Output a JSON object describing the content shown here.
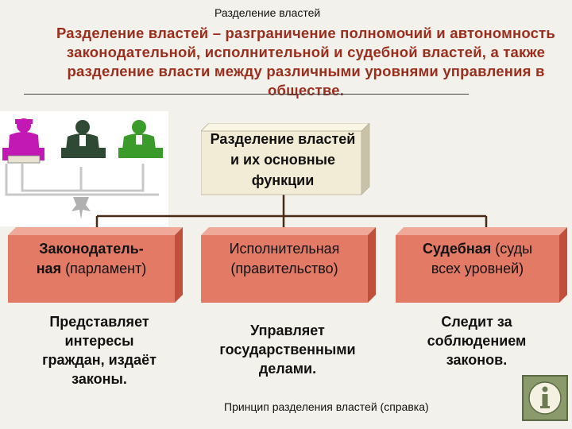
{
  "slide": {
    "title": "Разделение властей",
    "definition": "Разделение властей – разграничение полномочий и автономность законодательной, исполнительной и судебной властей, а также разделение власти между различными уровнями управления в обществе."
  },
  "diagram": {
    "center": {
      "line1": "Разделение властей",
      "line2": "и их основные",
      "line3": "функции"
    },
    "branches": [
      {
        "name_l1": "Законодатель-",
        "name_l2": "ная",
        "note": " (парламент)",
        "function": [
          "Представляет",
          "интересы",
          "граждан, издаёт",
          "законы."
        ]
      },
      {
        "name_l1": "Исполнительная",
        "note": "(правительство)",
        "function": [
          "Управляет",
          "государственными",
          "делами."
        ]
      },
      {
        "name_l1": "Судебная",
        "note_l1": " (суды",
        "note_l2": "всех уровней)",
        "function": [
          "Следит за",
          "соблюдением",
          "законов."
        ]
      }
    ]
  },
  "footer": {
    "reference_link": "Принцип разделения властей (справка)",
    "info_icon": "info-icon"
  },
  "colors": {
    "accent_text": "#9b2d1c",
    "branch_box": "#e27a66",
    "center_box": "#f2ecd6",
    "connector": "#4a2a14",
    "info_button": "#8a9a6a"
  }
}
